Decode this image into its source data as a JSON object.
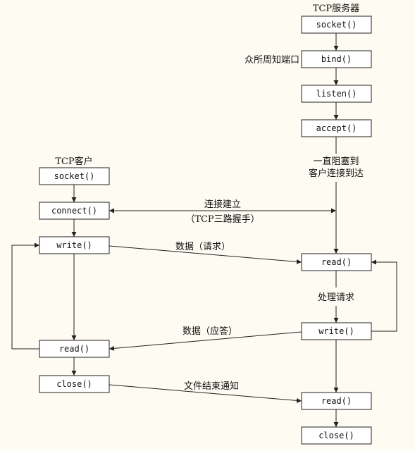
{
  "colors": {
    "background": "#fdfbf2",
    "line": "#222222",
    "box_fill": "#ffffff"
  },
  "server": {
    "title": "TCP服务器",
    "socket": "socket()",
    "bind": "bind()",
    "listen": "listen()",
    "accept": "accept()",
    "read": "read()",
    "write": "write()",
    "read_eof": "read()",
    "close": "close()",
    "well_known_port": "众所周知端口",
    "block_line1": "一直阻塞到",
    "block_line2": "客户连接到达",
    "process": "处理请求"
  },
  "client": {
    "title": "TCP客户",
    "socket": "socket()",
    "connect": "connect()",
    "write": "write()",
    "read": "read()",
    "close": "close()"
  },
  "flows": {
    "conn_line1": "连接建立",
    "conn_line2": "（TCP三路握手）",
    "request": "数据（请求）",
    "reply": "数据（应答）",
    "eof": "文件结束通知"
  }
}
